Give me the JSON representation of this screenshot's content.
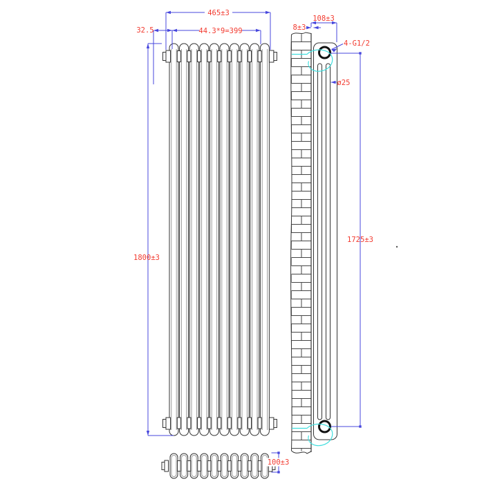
{
  "drawing": {
    "front_view": {
      "overall_width_dim": "465±3",
      "column_pitch_dim": "44.3*9=399",
      "end_offset_dim": "32.5",
      "overall_height_dim": "1800±3"
    },
    "side_view": {
      "overall_depth_dim": "108±3",
      "wall_gap_dim": "8±3",
      "connection_label": "4-G1/2",
      "tube_diameter_label": "ø25",
      "port_centres_dim": "1725±3"
    },
    "plan_view": {
      "depth_dim": "100±3"
    },
    "colors": {
      "dimension_line": "#4747dd",
      "dimension_text": "#f23b30",
      "bracket_highlight": "#3fdede",
      "drawing_line": "#333333"
    }
  }
}
